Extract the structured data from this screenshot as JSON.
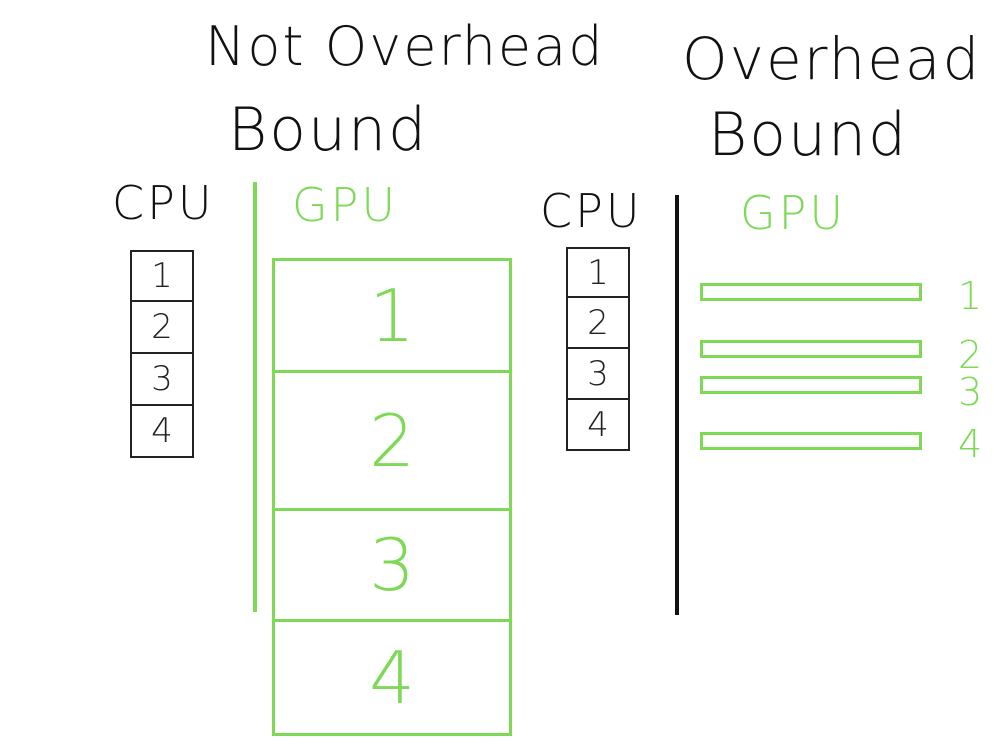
{
  "colors": {
    "ink": "#111111",
    "gpu_green": "#7ed957"
  },
  "left_panel": {
    "title_line1": "Not Overhead",
    "title_line2": "Bound",
    "cpu_label": "CPU",
    "gpu_label": "GPU",
    "cpu_ops": [
      "1",
      "2",
      "3",
      "4"
    ],
    "gpu_ops": [
      "1",
      "2",
      "3",
      "4"
    ]
  },
  "right_panel": {
    "title_line1": "Overhead",
    "title_line2": "Bound",
    "cpu_label": "CPU",
    "gpu_label": "GPU",
    "cpu_ops": [
      "1",
      "2",
      "3",
      "4"
    ],
    "gpu_ops": [
      "1",
      "2",
      "3",
      "4"
    ]
  }
}
